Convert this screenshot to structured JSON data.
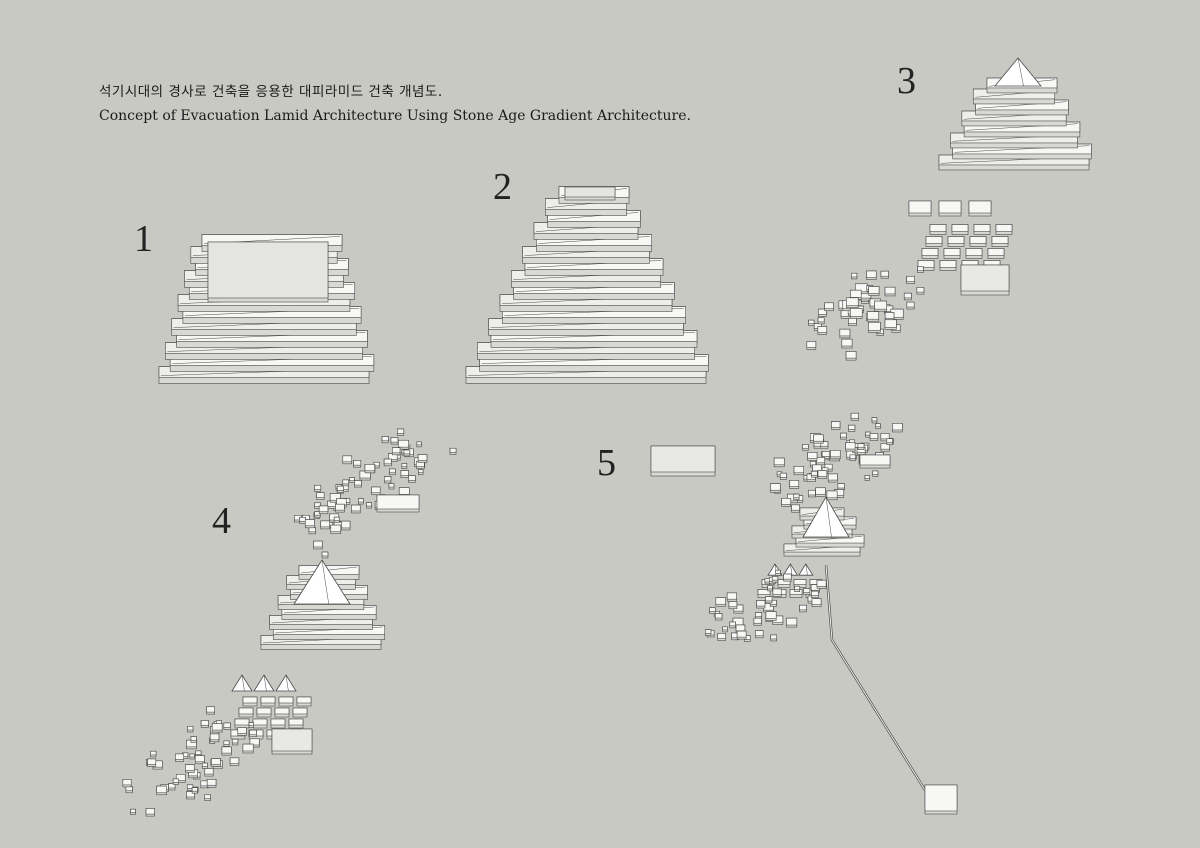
{
  "caption": {
    "korean": "석기시대의 경사로 건축을 응용한 대피라미드 건축 개념도.",
    "english": "Concept of Evacuation Lamid Architecture Using Stone Age Gradient Architecture."
  },
  "stages": [
    {
      "id": "stage-1",
      "number": "1",
      "model": "stepped terrace block (flat top)"
    },
    {
      "id": "stage-2",
      "number": "2",
      "model": "stepped terrace block (tall)"
    },
    {
      "id": "stage-3",
      "number": "3",
      "model": "terraced pyramid with village"
    },
    {
      "id": "stage-4",
      "number": "4",
      "model": "terraced pyramid with village"
    },
    {
      "id": "stage-5",
      "number": "5",
      "model": "pyramid complex with causeway"
    }
  ],
  "colors": {
    "background": "#c8c9c3",
    "model_face": "#f7f7f5",
    "model_top": "#e4e4e1",
    "model_side": "#d8d8d4",
    "edge": "#4a4a4a"
  }
}
